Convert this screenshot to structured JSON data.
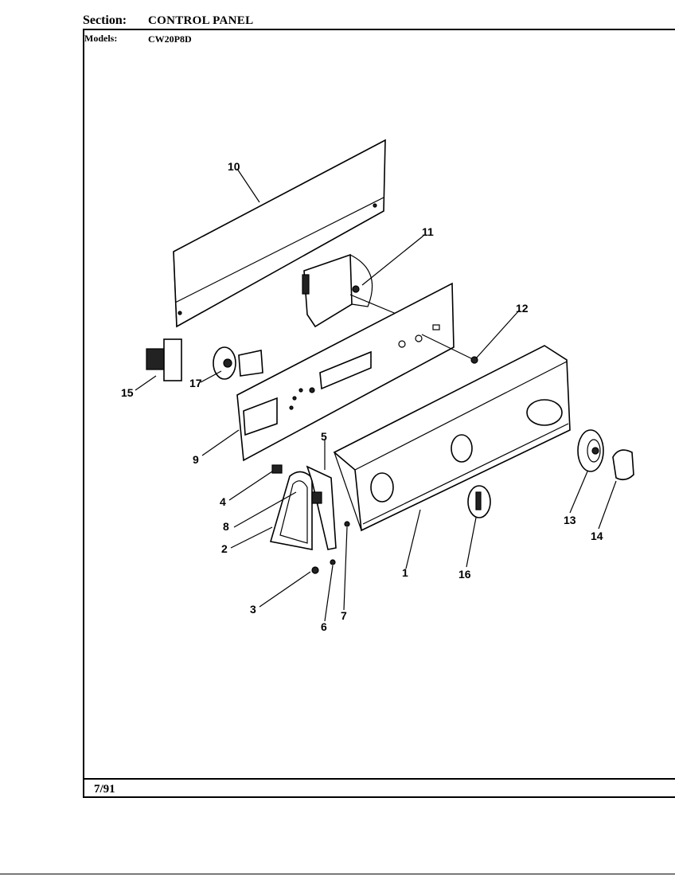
{
  "header": {
    "section_label": "Section:",
    "section_value": "CONTROL PANEL",
    "models_label": "Models:",
    "models_value": "CW20P8D"
  },
  "footer": {
    "date": "7/91"
  },
  "callouts": {
    "c1": "1",
    "c2": "2",
    "c3": "3",
    "c4": "4",
    "c5": "5",
    "c6": "6",
    "c7": "7",
    "c8": "8",
    "c9": "9",
    "c10": "10",
    "c11": "11",
    "c12": "12",
    "c13": "13",
    "c14": "14",
    "c15": "15",
    "c16": "16",
    "c17": "17"
  }
}
